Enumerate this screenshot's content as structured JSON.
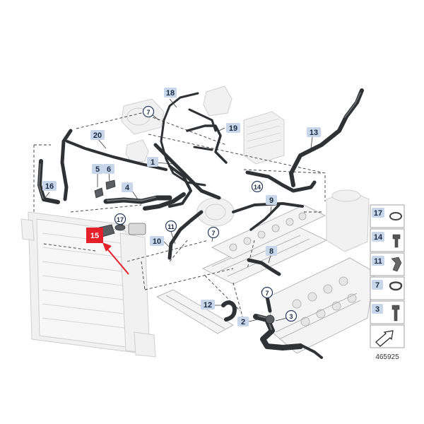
{
  "callouts": {
    "c1": "1",
    "c2": "2",
    "c3": "3",
    "c4": "4",
    "c5": "5",
    "c6": "6",
    "c7a": "7",
    "c7b": "7",
    "c7c": "7",
    "c8": "8",
    "c9": "9",
    "c10": "10",
    "c11": "11",
    "c12": "12",
    "c13": "13",
    "c14": "14",
    "c15": "15",
    "c16": "16",
    "c17": "17",
    "c18": "18",
    "c19": "19",
    "c20": "20"
  },
  "legend": {
    "items": [
      {
        "label": "17"
      },
      {
        "label": "14"
      },
      {
        "label": "11"
      },
      {
        "label": "7"
      },
      {
        "label": "3"
      }
    ]
  },
  "highlight": {
    "label": "15",
    "color": "#e3202a"
  },
  "colors": {
    "hose": "#2f3134",
    "callout_box": "#c9d6ea",
    "arrow": "#e3202a"
  },
  "diagram_id": "465925"
}
